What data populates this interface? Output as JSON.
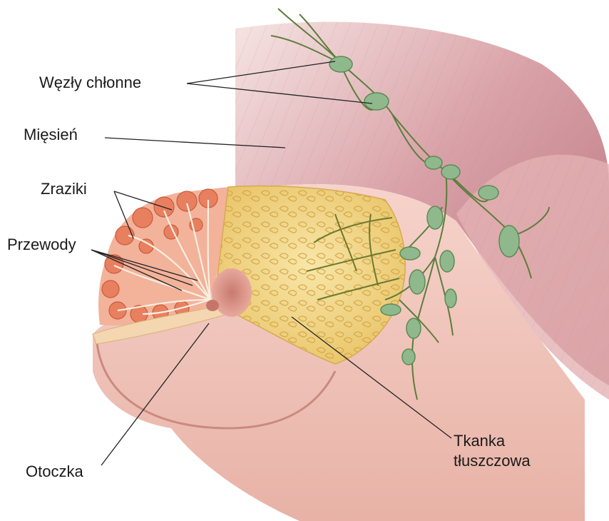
{
  "labels": {
    "lymph_nodes": "Węzły chłonne",
    "muscle": "Mięsień",
    "lobules": "Zraziki",
    "ducts": "Przewody",
    "areola": "Otoczka",
    "fat_tissue_line1": "Tkanka",
    "fat_tissue_line2": "tłuszczowa"
  },
  "colors": {
    "muscle": "#c98b94",
    "skin": "#f0c4ba",
    "fat": "#f2d688",
    "lobule": "#e87f5f",
    "lymph_node": "#8fb98d",
    "vessel": "#5c7d3c"
  }
}
